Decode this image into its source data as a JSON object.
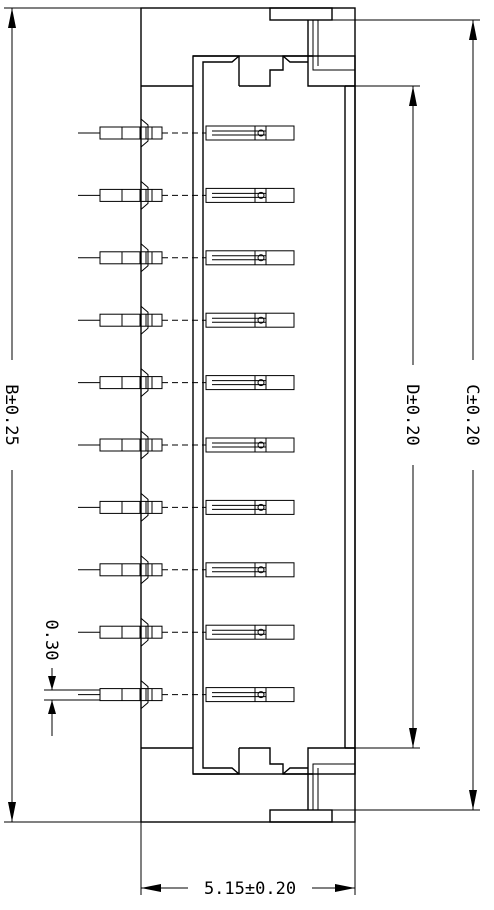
{
  "dimensions": {
    "width_label": "5.15±0.20",
    "total_length_label": "B±0.25",
    "body_length_label": "C±0.20",
    "pin_span_label": "D±0.20",
    "pin_offset_label": "0.30"
  },
  "pins": {
    "count": 10
  }
}
